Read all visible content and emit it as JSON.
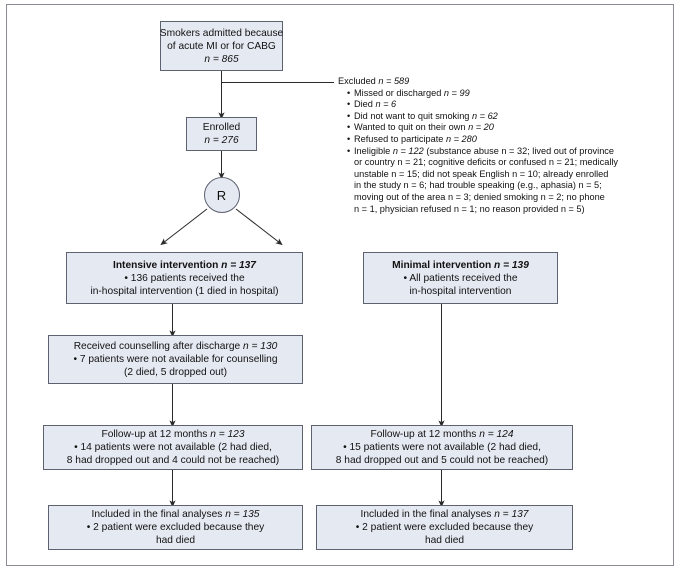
{
  "diagram": {
    "title": "CONSORT participant flow diagram",
    "colors": {
      "box_fill": "#e5e9f2",
      "box_border": "#5d6170",
      "frame_border": "#8a8d94",
      "text": "#111111"
    }
  },
  "nodes": {
    "enrollment": {
      "line1": "Smokers admitted because",
      "line2": "of acute MI or for CABG",
      "line3": "n = 865"
    },
    "enrolled": {
      "line1": "Enrolled",
      "line2": "n = 276"
    },
    "randomization": {
      "label": "R"
    },
    "intensive": {
      "hdr_label": "Intensive intervention",
      "hdr_n": "n = 137",
      "line1": "• 136 patients received the",
      "line2": "in-hospital intervention (1 died in hospital)"
    },
    "minimal": {
      "hdr_label": "Minimal intervention",
      "hdr_n": "n = 139",
      "line1": "• All patients received the",
      "line2": "in-hospital intervention"
    },
    "counselling": {
      "line1_label": "Received counselling after discharge",
      "line1_n": "n = 130",
      "line2": "• 7 patients were not available for counselling",
      "line3": "(2 died, 5 dropped out)"
    },
    "followup_left": {
      "line1_label": "Follow-up at 12 months",
      "line1_n": "n = 123",
      "line2": "• 14 patients were not available (2 had died,",
      "line3": "8 had dropped out and 4 could not be reached)"
    },
    "followup_right": {
      "line1_label": "Follow-up at 12 months",
      "line1_n": "n = 124",
      "line2": "• 15 patients were not available (2 had died,",
      "line3": "8 had dropped out and 5 could not be reached)"
    },
    "final_left": {
      "line1_label": "Included in the final analyses",
      "line1_n": "n = 135",
      "line2": "• 2 patient were excluded because they",
      "line3": "had died"
    },
    "final_right": {
      "line1_label": "Included in the final analyses",
      "line1_n": "n = 137",
      "line2": "• 2 patient were excluded because they",
      "line3": "had died"
    }
  },
  "excluded": {
    "head_label": "Excluded",
    "head_n": "n = 589",
    "items": [
      {
        "label": "Missed or discharged",
        "n": "n = 99"
      },
      {
        "label": "Died",
        "n": "n = 6"
      },
      {
        "label": "Did not want to quit smoking",
        "n": "n = 62"
      },
      {
        "label": "Wanted to quit on their own",
        "n": "n = 20"
      },
      {
        "label": "Refused to participate",
        "n": "n = 280"
      }
    ],
    "ineligible": {
      "label": "Ineligible",
      "n": "n = 122",
      "detail_lines": [
        "(substance abuse  n = 32; lived out of province",
        "or country  n = 21; cognitive deficits or confused  n = 21; medically",
        "unstable  n = 15; did not speak English  n = 10; already enrolled",
        "in the study  n = 6; had trouble speaking (e.g., aphasia)  n = 5;",
        "moving out of the area  n = 3; denied smoking  n = 2; no phone",
        "n =  1, physician refused  n = 1; no reason provided  n = 5)"
      ]
    }
  }
}
